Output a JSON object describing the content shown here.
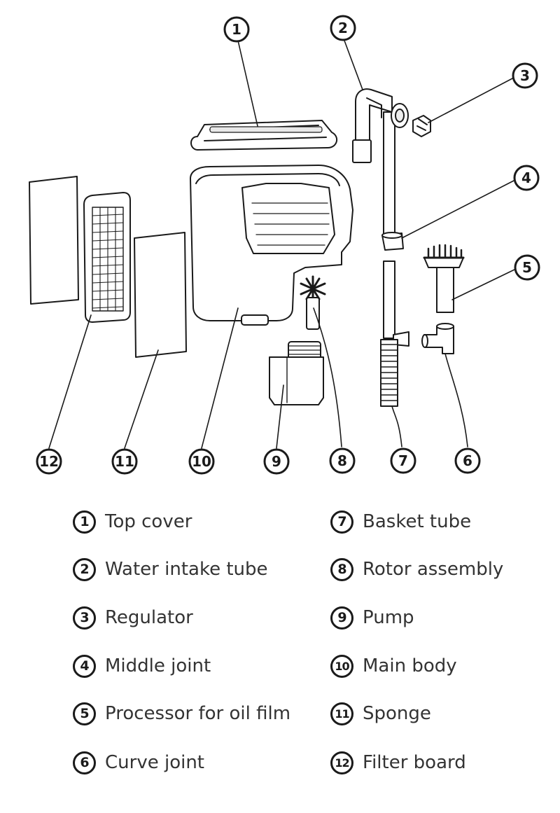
{
  "diagram": {
    "callouts": [
      "1",
      "2",
      "3",
      "4",
      "5",
      "6",
      "7",
      "8",
      "9",
      "10",
      "11",
      "12"
    ]
  },
  "legend": {
    "items": [
      {
        "num": "1",
        "label": "Top cover"
      },
      {
        "num": "2",
        "label": "Water intake tube"
      },
      {
        "num": "3",
        "label": "Regulator"
      },
      {
        "num": "4",
        "label": "Middle joint"
      },
      {
        "num": "5",
        "label": "Processor for oil film"
      },
      {
        "num": "6",
        "label": "Curve joint"
      },
      {
        "num": "7",
        "label": "Basket tube"
      },
      {
        "num": "8",
        "label": "Rotor assembly"
      },
      {
        "num": "9",
        "label": "Pump"
      },
      {
        "num": "10",
        "label": "Main body"
      },
      {
        "num": "11",
        "label": "Sponge"
      },
      {
        "num": "12",
        "label": "Filter board"
      }
    ]
  }
}
